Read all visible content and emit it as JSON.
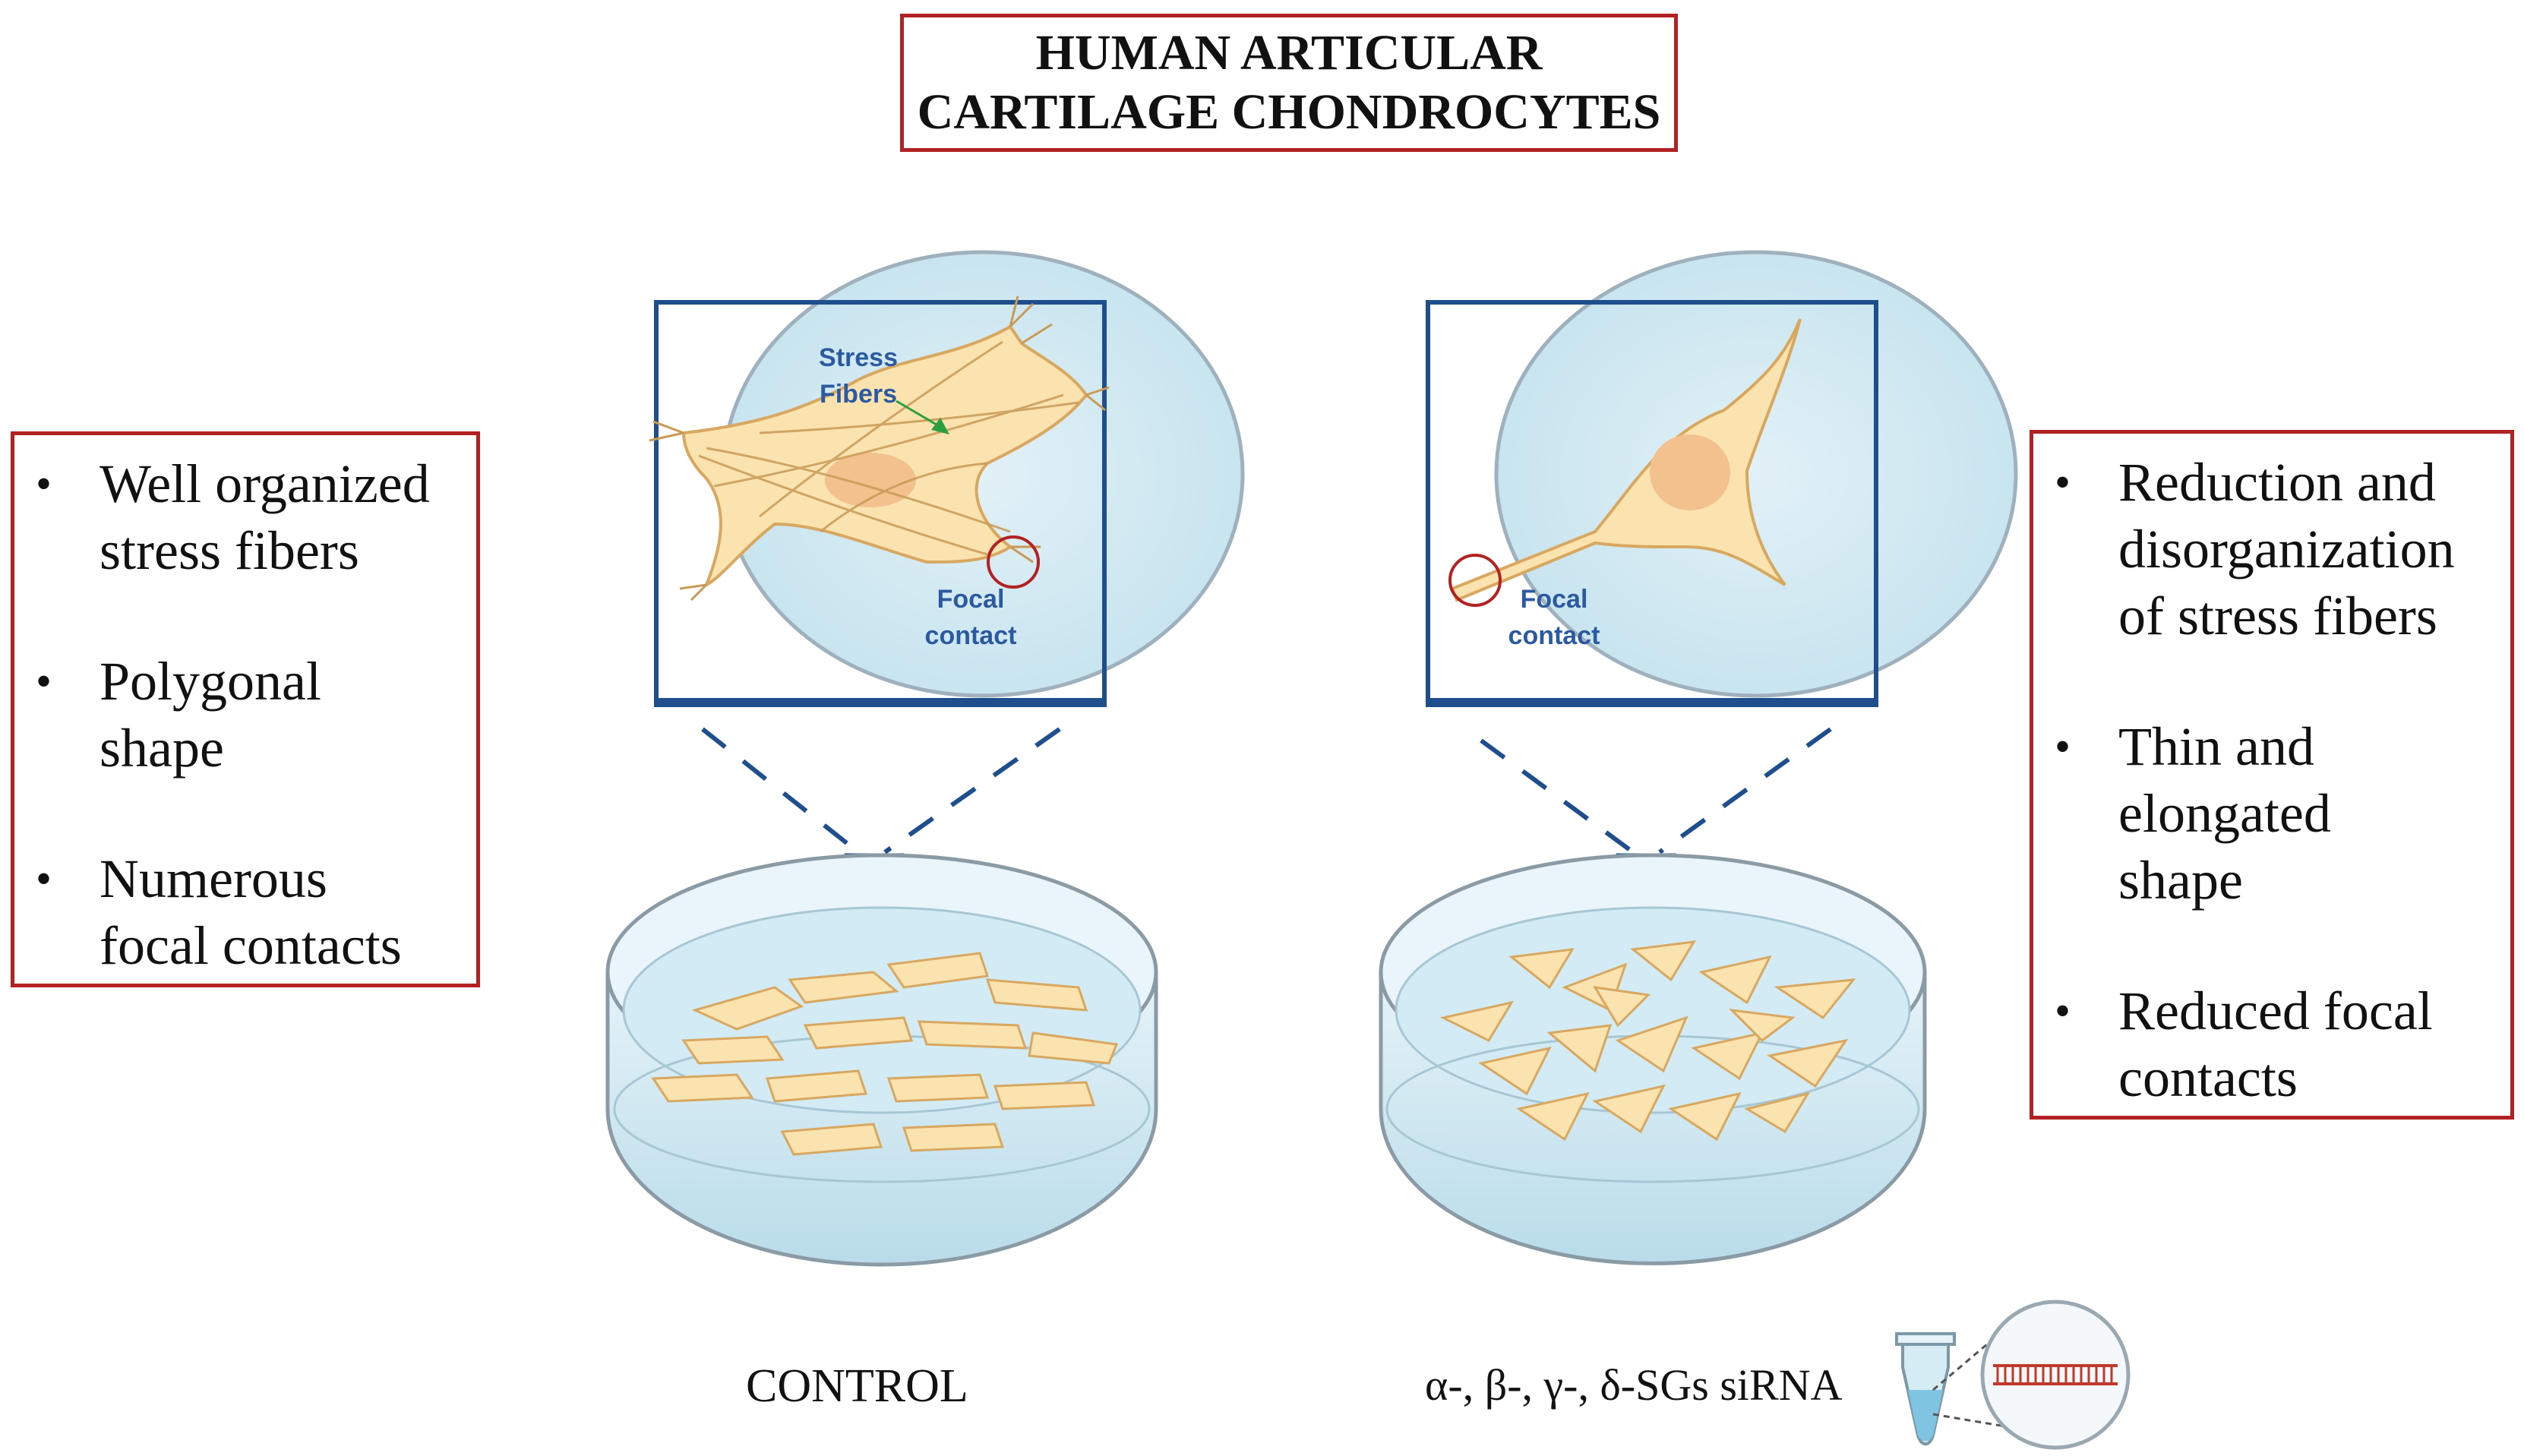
{
  "title": {
    "line1": "HUMAN ARTICULAR",
    "line2": "CARTILAGE CHONDROCYTES"
  },
  "left_panel": {
    "bullets": [
      {
        "symbol": "•",
        "text": "Well organized\nstress fibers"
      },
      {
        "symbol": "•",
        "text": "Polygonal\nshape"
      },
      {
        "symbol": "•",
        "text": "Numerous\nfocal contacts"
      }
    ]
  },
  "right_panel": {
    "bullets": [
      {
        "symbol": "•",
        "text": "Reduction and\ndisorganization\nof stress fibers"
      },
      {
        "symbol": "•",
        "text": "Thin and\nelongated\nshape"
      },
      {
        "symbol": "•",
        "text": "Reduced focal\ncontacts"
      }
    ]
  },
  "zoom_left": {
    "stress_label_1": "Stress",
    "stress_label_2": "Fibers",
    "focal_label_1": "Focal",
    "focal_label_2": "contact"
  },
  "zoom_right": {
    "focal_label_1": "Focal",
    "focal_label_2": "contact"
  },
  "captions": {
    "control": "CONTROL",
    "sirna": "α-, β-, γ-, δ-SGs siRNA"
  },
  "colors": {
    "frame_red": "#b22222",
    "zoom_blue": "#1f4e8c",
    "label_blue": "#2c5aa0",
    "cell_fill": "#fbe3b0",
    "cell_stroke": "#d9a860",
    "nucleus": "#f2c18d",
    "medium": "#cfe8f2",
    "arrow_green": "#2e9e3e"
  }
}
